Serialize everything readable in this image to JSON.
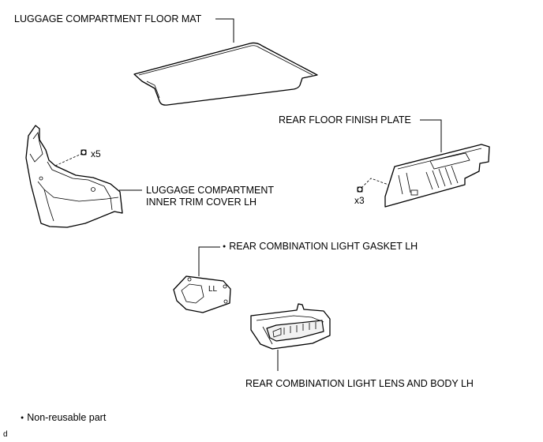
{
  "parts": {
    "floor_mat": "LUGGAGE COMPARTMENT FLOOR MAT",
    "finish_plate": "REAR FLOOR FINISH PLATE",
    "trim_cover_line1": "LUGGAGE COMPARTMENT",
    "trim_cover_line2": "INNER TRIM COVER LH",
    "gasket": "REAR COMBINATION LIGHT GASKET LH",
    "light_lens": "REAR COMBINATION LIGHT LENS AND BODY LH"
  },
  "quantities": {
    "trim_cover_fasteners": "x5",
    "finish_plate_fasteners": "x3"
  },
  "part_marking": "LL",
  "legend": {
    "non_reusable": "Non-reusable part"
  },
  "corner_mark": "d"
}
